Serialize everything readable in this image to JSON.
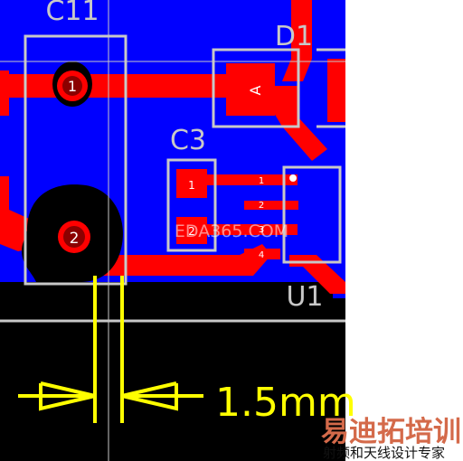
{
  "components": {
    "c11": {
      "ref": "C11",
      "pad1": "1",
      "pad2": "2"
    },
    "d1": {
      "ref": "D1",
      "anode": "A"
    },
    "c3": {
      "ref": "C3",
      "pad1": "1",
      "pad2": "2"
    },
    "u1": {
      "ref": "U1",
      "pins": [
        "1",
        "2",
        "3",
        "4"
      ]
    }
  },
  "watermark": {
    "text": "EDA365.COM"
  },
  "dimension": {
    "value": "1.5mm"
  },
  "logo": {
    "title": "易迪拓培训",
    "subtitle": "射频和天线设计专家"
  },
  "colors": {
    "board_bg": "#0000ff",
    "copper": "#ff0000",
    "silkscreen": "#c8c8c8",
    "dimension": "#ffff00",
    "outside": "#000000"
  }
}
